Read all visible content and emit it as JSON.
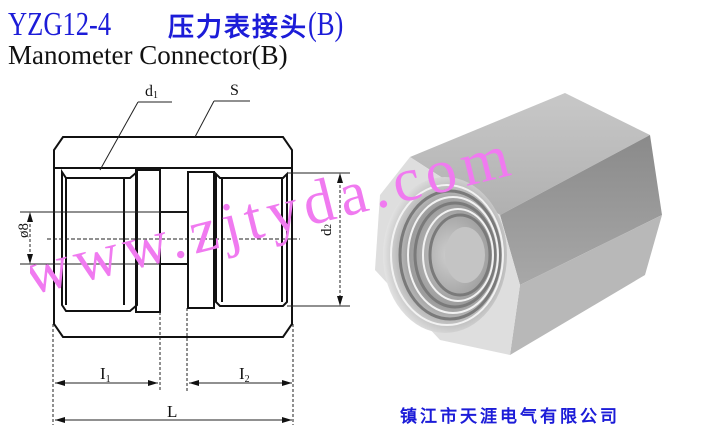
{
  "header": {
    "model": "YZG12-4",
    "name_cn": "压力表接头",
    "variant": "(B)",
    "name_en": "Manometer Connector(B)"
  },
  "drawing": {
    "labels": {
      "d1": "d",
      "d1_sub": "1",
      "S": "S",
      "phi8": "ø8",
      "d2": "d",
      "d2_sub": "2",
      "l1": "I",
      "l1_sub": "1",
      "l2": "I",
      "l2_sub": "2",
      "L": "L"
    }
  },
  "photo": {
    "description": "hex coupling, stainless steel, female thread"
  },
  "watermark": {
    "text": "www.zjtyda.com",
    "color": "#f07af0"
  },
  "footer": {
    "company": "镇江市天涯电气有限公司"
  },
  "colors": {
    "title_blue": "#1c1cd8",
    "watermark_pink": "#f07af0"
  }
}
